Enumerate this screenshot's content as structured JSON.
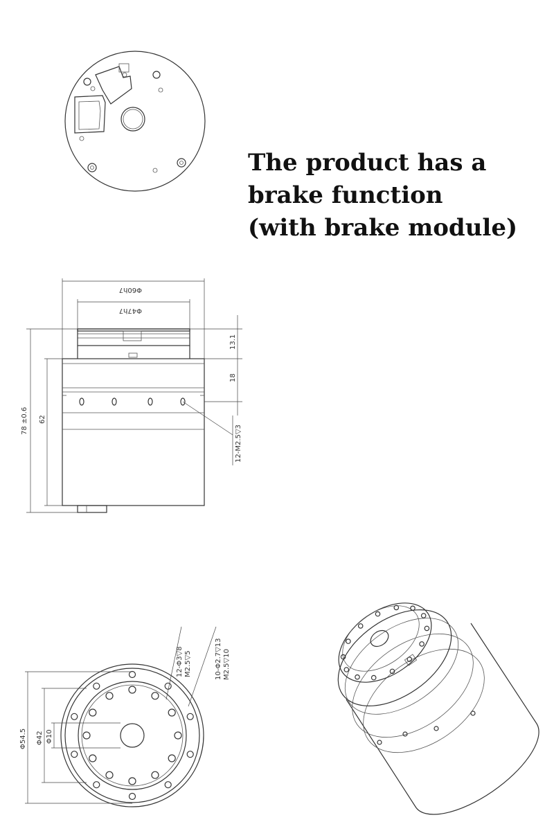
{
  "caption": {
    "line1": "The product has a",
    "line2": "brake function",
    "line3": "(with brake module)"
  },
  "side_view": {
    "dim_top_outer": "Φ60h7",
    "dim_top_inner": "Φ47h7",
    "dim_height_total": "78 ±0.6",
    "dim_height_body": "62",
    "dim_flange": "13.1",
    "dim_step": "18",
    "dim_holes": "12-M2.5▽3"
  },
  "front_view": {
    "dim_outer": "Φ54.5",
    "dim_pcd": "Φ42",
    "dim_bore": "Φ10",
    "note_holes_a_line1": "12-Φ3▽8",
    "note_holes_a_line2": "M2.5▽5",
    "note_holes_b_line1": "10-Φ2.7▽13",
    "note_holes_b_line2": "M2.5▽10"
  }
}
